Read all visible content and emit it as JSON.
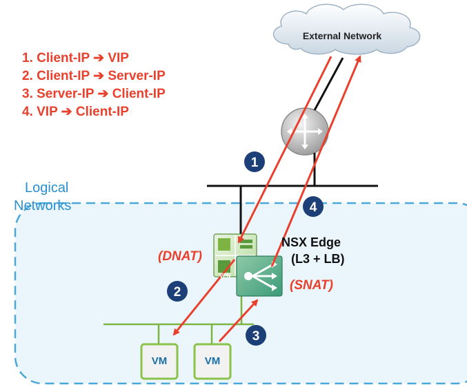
{
  "flow_steps": [
    "1.  Client-IP ➔ VIP",
    "2.  Client-IP ➔ Server-IP",
    "3.  Server-IP ➔ Client-IP",
    "4.  VIP ➔ Client-IP"
  ],
  "cloud_label": "External Network",
  "zone_label_line1": "Logical",
  "zone_label_line2": "Networks",
  "edge_label_line1": "NSX Edge",
  "edge_label_line2": "(L3 + LB)",
  "dnat_label": "(DNAT)",
  "snat_label": "(SNAT)",
  "vpn_label": "VPN",
  "vm_labels": [
    "VM",
    "VM"
  ],
  "step_badges": [
    "1",
    "2",
    "3",
    "4"
  ],
  "colors": {
    "flow_red": "#e8402c",
    "badge_navy": "#1c3f78",
    "zone_blue": "#4aa7d9",
    "zone_fill": "#eaf6fc",
    "network_green": "#7cb342",
    "vm_border": "#8bc34a",
    "vm_fill": "#f2f2f2",
    "vm_text": "#1a6fa8"
  }
}
